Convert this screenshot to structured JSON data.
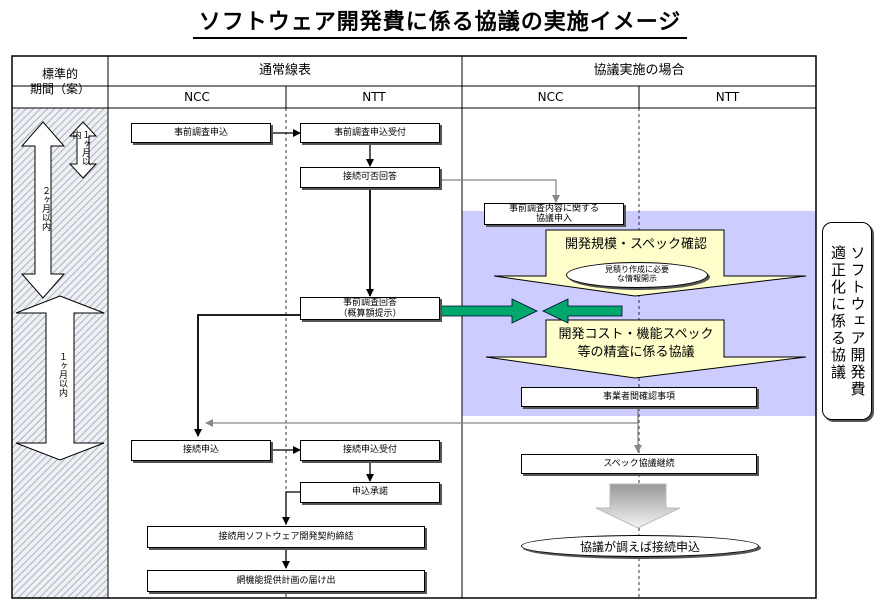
{
  "title": "ソフトウェア開発費に係る協議の実施イメージ",
  "header": {
    "period_label": "標準的\n期間（案）",
    "normal_label": "通常線表",
    "consult_label": "協議実施の場合",
    "ncc_1": "NCC",
    "ntt_1": "NTT",
    "ncc_2": "NCC",
    "ntt_2": "NTT"
  },
  "periods": {
    "one_month_top": "１ヶ月以内",
    "two_months": "２ヶ月以内",
    "one_month_bottom": "１ヶ月以内"
  },
  "boxes": {
    "pre_survey_apply": "事前調査申込",
    "pre_survey_accept": "事前調査申込受付",
    "conn_reply": "接続可否回答",
    "consult_apply": "事前調査内容に関する\n協議申入",
    "pre_survey_reply": "事前調査回答\n（概算額提示）",
    "business_confirm": "事業者間確認事項",
    "conn_apply": "接続申込",
    "conn_accept": "接続申込受付",
    "spec_continue": "スペック協議継続",
    "apply_approve": "申込承諾",
    "sw_contract": "接続用ソフトウェア開発契約締結",
    "network_plan": "網機能提供計画の届け出"
  },
  "callouts": {
    "scale_spec": "開発規模・スペック確認",
    "estimate_info": "見積り作成に必要\nな情報開示",
    "cost_review": "開発コスト・機能スペック\n等の精査に係る協議",
    "consult_done": "協議が調えば接続申込"
  },
  "side_note": "ソフトウェア開発費\n適正化に係る協議",
  "colors": {
    "consult_area": "#ccccff",
    "callout_fill": "#ffffcc",
    "green_arrow": "#00a86b",
    "gray_arrow": "#888888"
  }
}
